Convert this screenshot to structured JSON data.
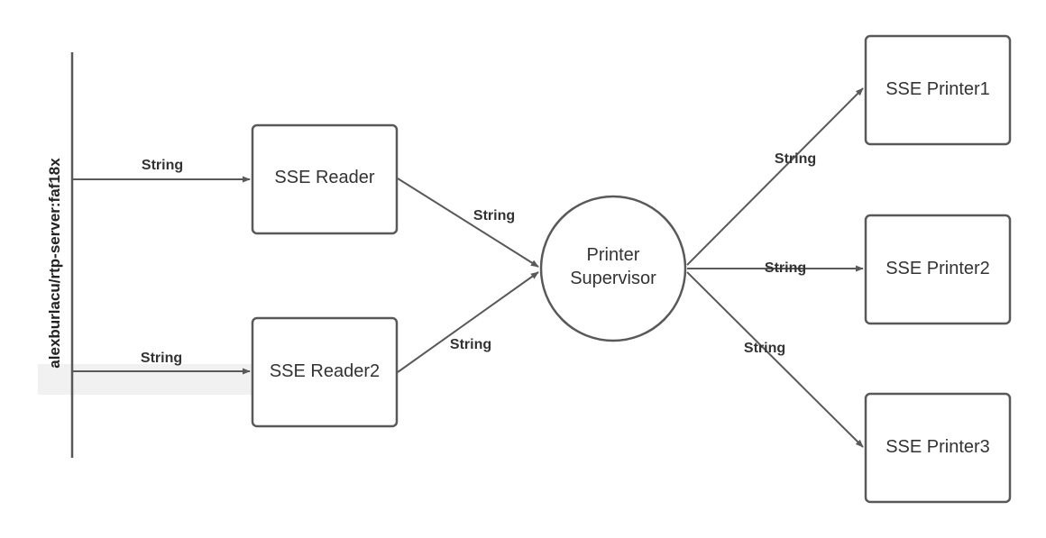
{
  "source": {
    "label": "alexburlacu/rtp-server:faf18x"
  },
  "nodes": {
    "reader1": "SSE Reader",
    "reader2": "SSE Reader2",
    "supervisor_line1": "Printer",
    "supervisor_line2": "Supervisor",
    "printer1": "SSE Printer1",
    "printer2": "SSE Printer2",
    "printer3": "SSE Printer3"
  },
  "edges": {
    "source_to_reader1": "String",
    "source_to_reader2": "String",
    "reader1_to_supervisor": "String",
    "reader2_to_supervisor": "String",
    "supervisor_to_printer1": "String",
    "supervisor_to_printer2": "String",
    "supervisor_to_printer3": "String"
  },
  "colors": {
    "stroke": "#595959",
    "text": "#333333",
    "highlight": "#f1f1f1"
  }
}
